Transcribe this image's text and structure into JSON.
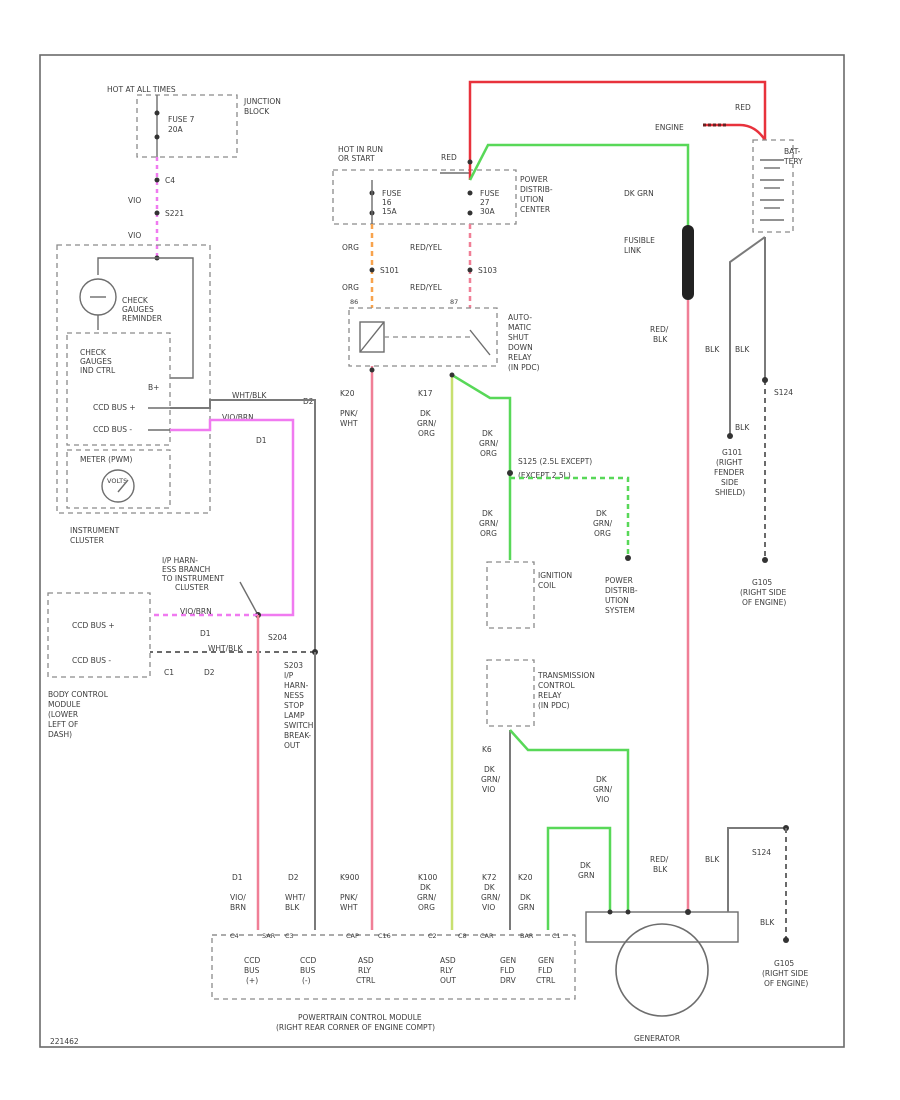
{
  "colors": {
    "red": "#e8323c",
    "pink": "#f07f96",
    "magenta": "#f07af0",
    "green": "#58d858",
    "yellow_green": "#c8e070",
    "orange": "#f8a34d",
    "grey": "#7a7a7a",
    "black": "#222222"
  },
  "labels": {
    "hot_at_all_times": "HOT AT ALL TIMES",
    "fuse7": "FUSE 7",
    "fuse7_amp": "20A",
    "junction_block": "JUNCTION",
    "junction_block2": "BLOCK",
    "c4": "C4",
    "vio1": "VIO",
    "s221": "S221",
    "vio2": "VIO",
    "check_gauges_reminder": "CHECK",
    "check_gauges_reminder2": "GAUGES",
    "check_gauges_reminder3": "REMINDER",
    "check_gauges_ind_ctrl": "CHECK",
    "check_gauges_ind_ctrl2": "GAUGES",
    "check_gauges_ind_ctrl3": "IND CTRL",
    "b_plus": "B+",
    "ccd_bus_plus": "CCD BUS +",
    "ccd_bus_minus": "CCD BUS -",
    "meter_pwm": "METER (PWM)",
    "volts": "VOLTS",
    "wht_blk_top": "WHT/BLK",
    "vio_brn_top": "VIO/BRN",
    "d1_top": "D1",
    "d2_top": "D2",
    "instrument_cluster": "INSTRUMENT",
    "instrument_cluster2": "CLUSTER",
    "hot_in_run": "HOT IN RUN",
    "or_start": "OR START",
    "fuse16": "FUSE",
    "fuse16_num": "16",
    "fuse16_amp": "15A",
    "fuse27": "FUSE",
    "fuse27_num": "27",
    "fuse27_amp": "30A",
    "red_top": "RED",
    "power_dist_center": "POWER",
    "power_dist_center2": "DISTRIB-",
    "power_dist_center3": "UTION",
    "power_dist_center4": "CENTER",
    "org1": "ORG",
    "red_yel1": "RED/YEL",
    "s101": "S101",
    "s103": "S103",
    "org2": "ORG",
    "red_yel2": "RED/YEL",
    "f86": "86",
    "f87": "87",
    "auto_shutdown_relay": "AUTO-",
    "auto_shutdown_relay2": "MATIC",
    "auto_shutdown_relay3": "SHUT",
    "auto_shutdown_relay4": "DOWN",
    "auto_shutdown_relay5": "RELAY",
    "auto_shutdown_relay6": "(IN PDC)",
    "k20": "K20",
    "k20_pnk": "PNK/",
    "k20_wht": "WHT",
    "k17": "K17",
    "k17_dk": "DK",
    "k17_grn": "GRN/",
    "k17_org": "ORG",
    "dk_grn_org_a_1": "DK",
    "dk_grn_org_a_2": "GRN/",
    "dk_grn_org_a_3": "ORG",
    "s125": "S125 (2.5L EXCEPT)",
    "s125_2": "(EXCEPT 2.5L)",
    "dk_grn_org_b_1": "DK",
    "dk_grn_org_b_2": "GRN/",
    "dk_grn_org_b_3": "ORG",
    "dk_grn_org_c_1": "DK",
    "dk_grn_org_c_2": "GRN/",
    "dk_grn_org_c_3": "ORG",
    "ignition_coil": "IGNITION",
    "ignition_coil2": "COIL",
    "power_distribution_system": "POWER",
    "power_distribution_system2": "DISTRIB-",
    "power_distribution_system3": "UTION",
    "power_distribution_system4": "SYSTEM",
    "engine": "ENGINE",
    "red_eng": "RED",
    "dk_grn_top": "DK GRN",
    "fusible_link": "FUSIBLE",
    "fusible_link2": "LINK",
    "batt": "BAT-",
    "batt2": "TERY",
    "red_blk1": "RED/",
    "red_blk1b": "BLK",
    "blk1": "BLK",
    "blk2": "BLK",
    "s124_1": "S124",
    "blk3": "BLK",
    "g101": "G101",
    "g101_2": "(RIGHT",
    "g101_3": "FENDER",
    "g101_4": "SIDE",
    "g101_5": "SHIELD)",
    "g105": "G105",
    "g105_2": "(RIGHT SIDE",
    "g105_3": "OF ENGINE)",
    "ip_harness": "I/P HARN-",
    "ip_harness2": "ESS BRANCH",
    "ip_harness3": "TO INSTRUMENT",
    "ip_harness4": "CLUSTER",
    "ccd_bus_plus_bcm": "CCD BUS +",
    "ccd_bus_minus_bcm": "CCD BUS -",
    "vio_brn_bcm": "VIO/BRN",
    "wht_blk_bcm": "WHT/BLK",
    "d1_bcm": "D1",
    "d2_bcm": "D2",
    "c1_bcm": "C1",
    "s204": "S204",
    "s203": "S203",
    "s203_2": "I/P",
    "s203_3": "HARN-",
    "s203_4": "NESS",
    "s203_5": "STOP",
    "s203_6": "LAMP",
    "s203_7": "SWITCH",
    "s203_8": "BREAK-",
    "s203_9": "OUT",
    "body_control_module": "BODY CONTROL",
    "body_control_module2": "MODULE",
    "body_control_module3": "(LOWER",
    "body_control_module4": "LEFT OF",
    "body_control_module5": "DASH)",
    "tcr": "TRANSMISSION",
    "tcr2": "CONTROL",
    "tcr3": "RELAY",
    "tcr4": "(IN PDC)",
    "k6": "K6",
    "k6_dk": "DK",
    "k6_grn": "GRN/",
    "k6_vio": "VIO",
    "dk_grn_vio_r1": "DK",
    "dk_grn_vio_r2": "GRN/",
    "dk_grn_vio_r3": "VIO",
    "dk_grn_gen1": "DK",
    "dk_grn_gen2": "GRN",
    "red_blk_gen1": "RED/",
    "red_blk_gen2": "BLK",
    "blk_gen": "BLK",
    "s124_2": "S124",
    "blk4": "BLK",
    "g105b": "G105",
    "g105b_2": "(RIGHT SIDE",
    "g105b_3": "OF ENGINE)",
    "d1_pcm": "D1",
    "d1_pcm_wire": "VIO/",
    "d1_pcm_wire2": "BRN",
    "d2_pcm": "D2",
    "d2_pcm_wire": "WHT/",
    "d2_pcm_wire2": "BLK",
    "k900": "K900",
    "k900_wire": "PNK/",
    "k900_wire2": "WHT",
    "k100": "K100",
    "k100_wire": "DK",
    "k100_wire2": "GRN/",
    "k100_wire3": "ORG",
    "k72": "K72",
    "k72_wire": "DK",
    "k72_wire2": "GRN/",
    "k72_wire3": "VIO",
    "k20b": "K20",
    "k20b_wire": "DK",
    "k20b_wire2": "GRN",
    "pin_c4": "C4",
    "pin_c3": "C3",
    "pin_c2": "C2",
    "pin_c16": "C16",
    "pin_c8": "C8",
    "pin_c1": "C1",
    "pin_a": "CAP",
    "pin_b": "CAR",
    "pin_c": "BAR",
    "pin_d": "SAR",
    "pcm_label1": "CCD",
    "pcm_label1b": "BUS",
    "pcm_label1c": "(+)",
    "pcm_label2": "CCD",
    "pcm_label2b": "BUS",
    "pcm_label2c": "(-)",
    "pcm_label3": "ASD",
    "pcm_label3b": "RLY",
    "pcm_label3c": "CTRL",
    "pcm_label4": "ASD",
    "pcm_label4b": "RLY",
    "pcm_label4c": "OUT",
    "pcm_label5": "GEN",
    "pcm_label5b": "FLD",
    "pcm_label5c": "DRV",
    "pcm_label6": "GEN",
    "pcm_label6b": "FLD",
    "pcm_label6c": "CTRL",
    "pcm_title": "POWERTRAIN CONTROL MODULE",
    "pcm_title2": "(RIGHT REAR CORNER OF ENGINE COMPT)",
    "generator": "GENERATOR",
    "diagram_id": "221462"
  }
}
